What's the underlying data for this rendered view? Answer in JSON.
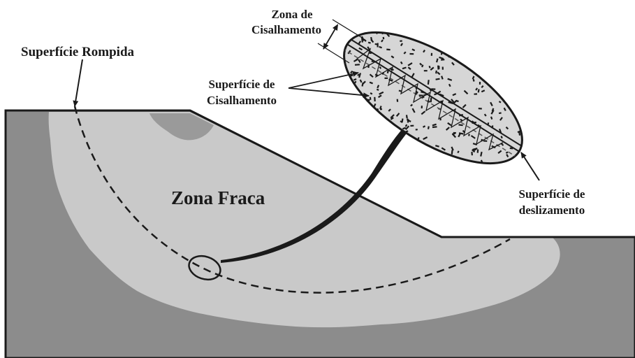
{
  "labels": {
    "ruptured_surface": "Superfície Rompida",
    "shear_zone_line1": "Zona de",
    "shear_zone_line2": "Cisalhamento",
    "shear_surface_line1": "Superfície de",
    "shear_surface_line2": "Cisalhamento",
    "weak_zone": "Zona Fraca",
    "slip_surface_line1": "Superfície de",
    "slip_surface_line2": "deslizamento"
  },
  "colors": {
    "ground": "#8c8c8c",
    "weak_zone": "#c9c9c9",
    "dark_patch": "#9a9a9a",
    "lines": "#1a1a1a",
    "background": "#ffffff"
  }
}
